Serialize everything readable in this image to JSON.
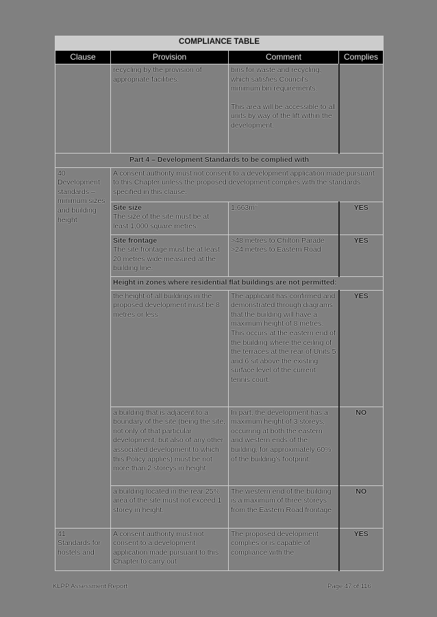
{
  "table": {
    "title": "COMPLIANCE TABLE",
    "columns": [
      "Clause",
      "Provision",
      "Comment",
      "Complies"
    ],
    "continued_row": {
      "clause": "",
      "provision": "recycling by the provision of appropriate facilities.",
      "comment_p1": "bins for waste and recycling, which satisfies Council's minimum bin requirements.",
      "comment_p2": "This area will be accessible to all units by way of the lift within the development.",
      "complies": ""
    },
    "part_heading": "Part 4 – Development Standards to be complied with",
    "clause_40": {
      "clause_number": "40",
      "clause_title": "Development standards – minimum sizes and building height",
      "intro": "A consent authority must not consent to a development application made pursuant to this Chapter unless the proposed development complies with the standards specified in this clause.",
      "rows": [
        {
          "provision_heading": "Site size",
          "provision": "The size of the site must be at least 1,000 square metres.",
          "comment": "1,663m",
          "comment_sup": "2",
          "complies": "YES"
        },
        {
          "provision_heading": "Site frontage",
          "provision": "The site frontage must be at least 20 metres wide measured at the building line.",
          "comment_line1": ">48 metres to Chilton Parade",
          "comment_line2": ">24 metres to Eastern Road",
          "complies": "YES"
        }
      ],
      "height_heading": "Height in zones where residential flat buildings are not permitted:",
      "height_rows": [
        {
          "provision": "the height of all buildings in the proposed development must be 8 metres or less",
          "comment": "The applicant has confirmed and demonstrated through diagrams that the building will have a maximum height of 8 metres. This occurs at the eastern end of the building where the ceiling of the terraces at the rear of Units 5 and 6 sit above the existing surface level of the current tennis court.",
          "complies": "YES"
        },
        {
          "provision": "a building that is adjacent to a boundary of the site (being the site, not only of that particular development, but also of any other associated development to which this Policy applies) must be not more than 2 storeys in height",
          "comment": "In part, the development has a maximum height of 3 storeys, occurring at both the eastern and western ends of the building, for approximately 60% of the building's footprint.",
          "complies": "NO"
        },
        {
          "provision": "a building located in the rear 25% area of the site must not exceed 1 storey in height.",
          "comment": "The western end of the building is a maximum of three storeys from the Eastern Road frontage",
          "complies": "NO"
        }
      ]
    },
    "clause_41": {
      "clause_number": "41",
      "clause_title": "Standards for hostels and",
      "provision": "A consent authority must not consent to a development application made pursuant to this Chapter to carry out",
      "comment": "The proposed development complies or is capable of compliance with the",
      "complies": "YES"
    }
  },
  "footer": {
    "left": "KLPP Assessment Report",
    "right": "Page 47 of 116"
  }
}
